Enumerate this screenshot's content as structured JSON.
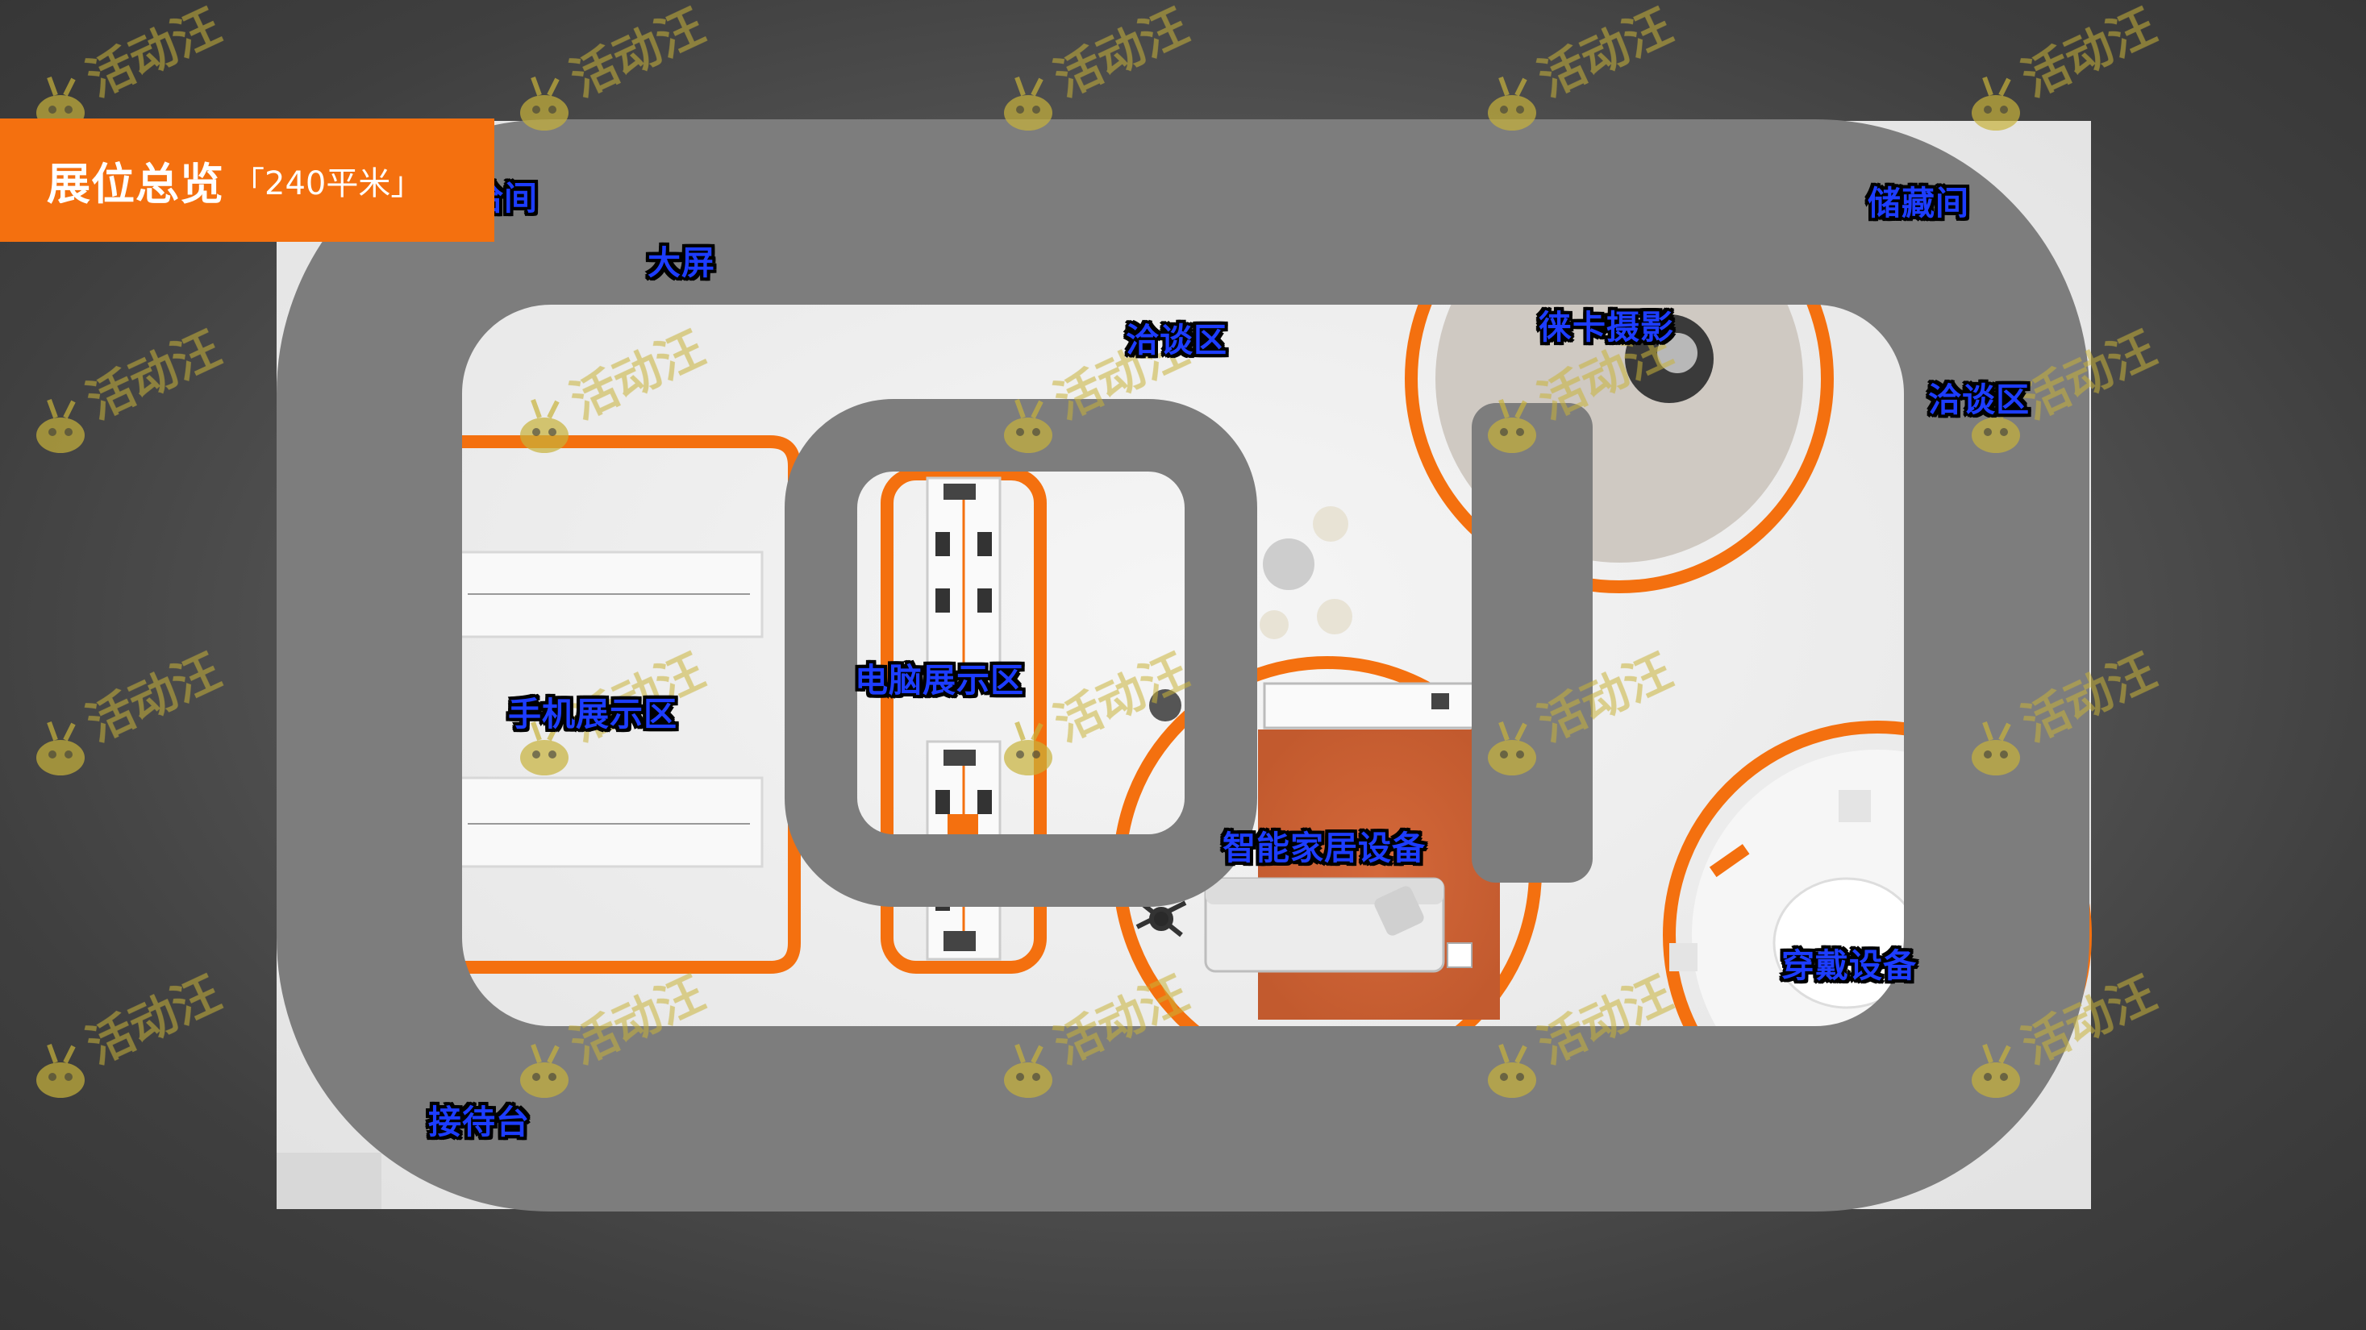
{
  "title": {
    "main": "展位总览",
    "area": "「240平米」"
  },
  "labels": {
    "meeting_room_partial": "洽间",
    "big_screen": "大屏",
    "negotiation_top": "洽谈区",
    "leica_photo": "徕卡摄影",
    "storage": "储藏间",
    "negotiation_right": "洽谈区",
    "pc_showcase": "电脑展示区",
    "phone_showcase": "手机展示区",
    "smart_home": "智能家居设备",
    "wearables": "穿戴设备",
    "reception": "接待台"
  },
  "watermark": {
    "text": "活动汪"
  },
  "colors": {
    "accent_orange": "#f4700f",
    "label_blue": "#1d3dff",
    "path_gray": "#7d7d7d",
    "floor_white": "#f1f1f1"
  }
}
